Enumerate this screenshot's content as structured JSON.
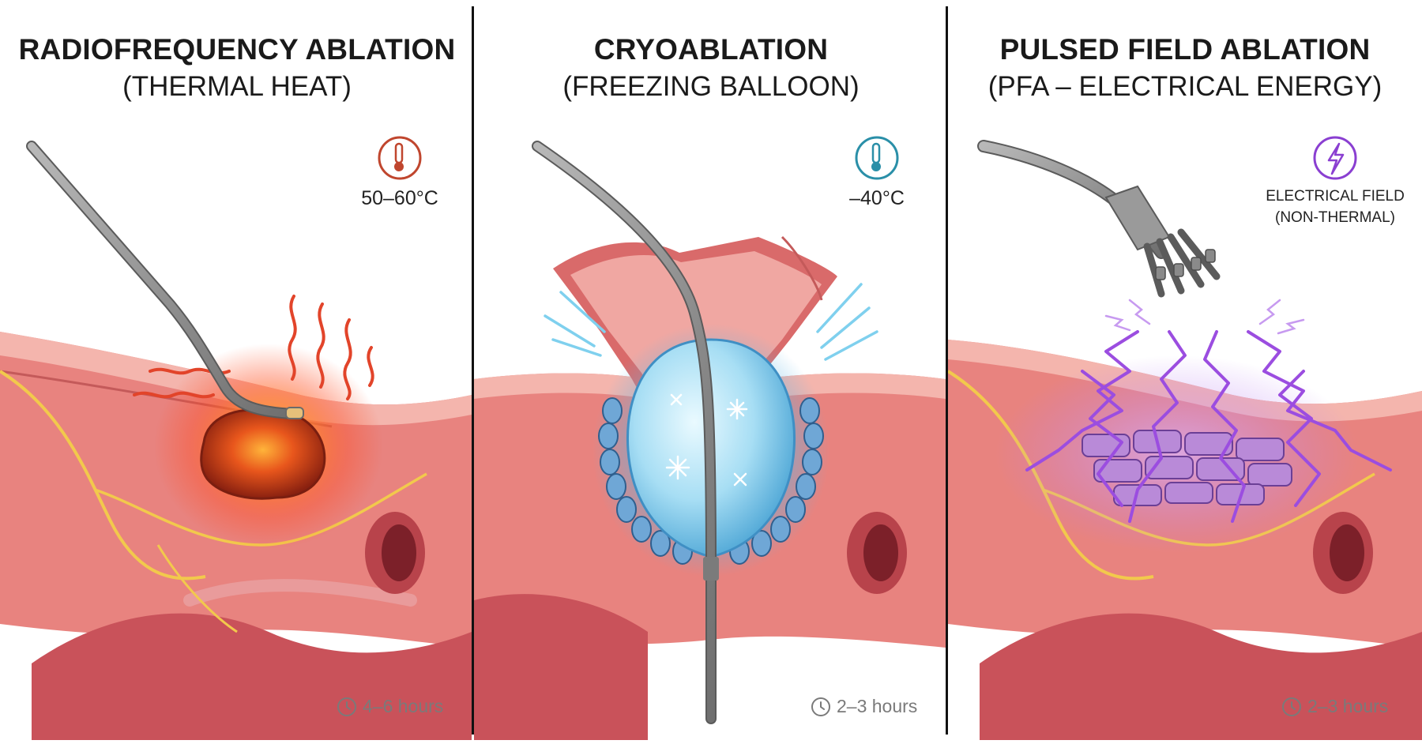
{
  "panels": [
    {
      "id": "rf",
      "title": "RADIOFREQUENCY ABLATION",
      "subtitle": "(THERMAL HEAT)",
      "temperature": "50–60°C",
      "indicator_icon": "thermometer-icon",
      "indicator_color": "#c0462e",
      "duration": "4–6 hours"
    },
    {
      "id": "cryo",
      "title": "CRYOABLATION",
      "subtitle": "(FREEZING BALLOON)",
      "temperature": "–40°C",
      "indicator_icon": "thermometer-icon",
      "indicator_color": "#2a8fa8",
      "duration": "2–3 hours"
    },
    {
      "id": "pfa",
      "title": "PULSED FIELD ABLATION",
      "subtitle": "(PFA – ELECTRICAL ENERGY)",
      "field_label_line1": "ELECTRICAL FIELD",
      "field_label_line2": "(NON-THERMAL)",
      "indicator_icon": "lightning-bolt-icon",
      "indicator_color": "#8a3fd1",
      "duration": "2–3 hours"
    }
  ],
  "colors": {
    "tissue": "#e8837f",
    "tissue_light": "#f4b5ad",
    "tissue_dark": "#c45a5a",
    "nerve": "#f2c94c",
    "heat": "#ff6a1a",
    "ice": "#8fd3ef",
    "electric": "#9b4de0",
    "catheter": "#8d8d8d"
  }
}
